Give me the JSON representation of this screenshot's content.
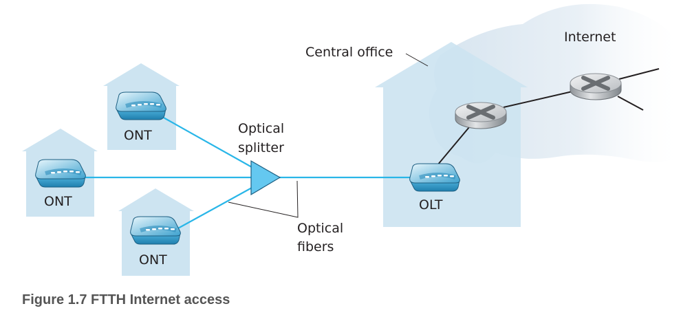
{
  "figure": {
    "caption": "Figure 1.7 FTTH Internet access"
  },
  "labels": {
    "ont_top": "ONT",
    "ont_middle": "ONT",
    "ont_bottom": "ONT",
    "splitter_line1": "Optical",
    "splitter_line2": "splitter",
    "fibers_line1": "Optical",
    "fibers_line2": "fibers",
    "central_office": "Central office",
    "olt": "OLT",
    "internet": "Internet"
  },
  "icons": {
    "house": "house-shape",
    "modem": "ont-modem-icon",
    "splitter": "triangle-splitter-icon",
    "router": "router-x-icon",
    "cloud": "internet-cloud"
  },
  "colors": {
    "house_fill": "#cde4f1",
    "fiber": "#29b6e8",
    "splitter_fill": "#64c8f0",
    "cloud_fill": "#e6eef5",
    "link": "#231f20",
    "caption": "#555555",
    "label": "#231f20"
  }
}
